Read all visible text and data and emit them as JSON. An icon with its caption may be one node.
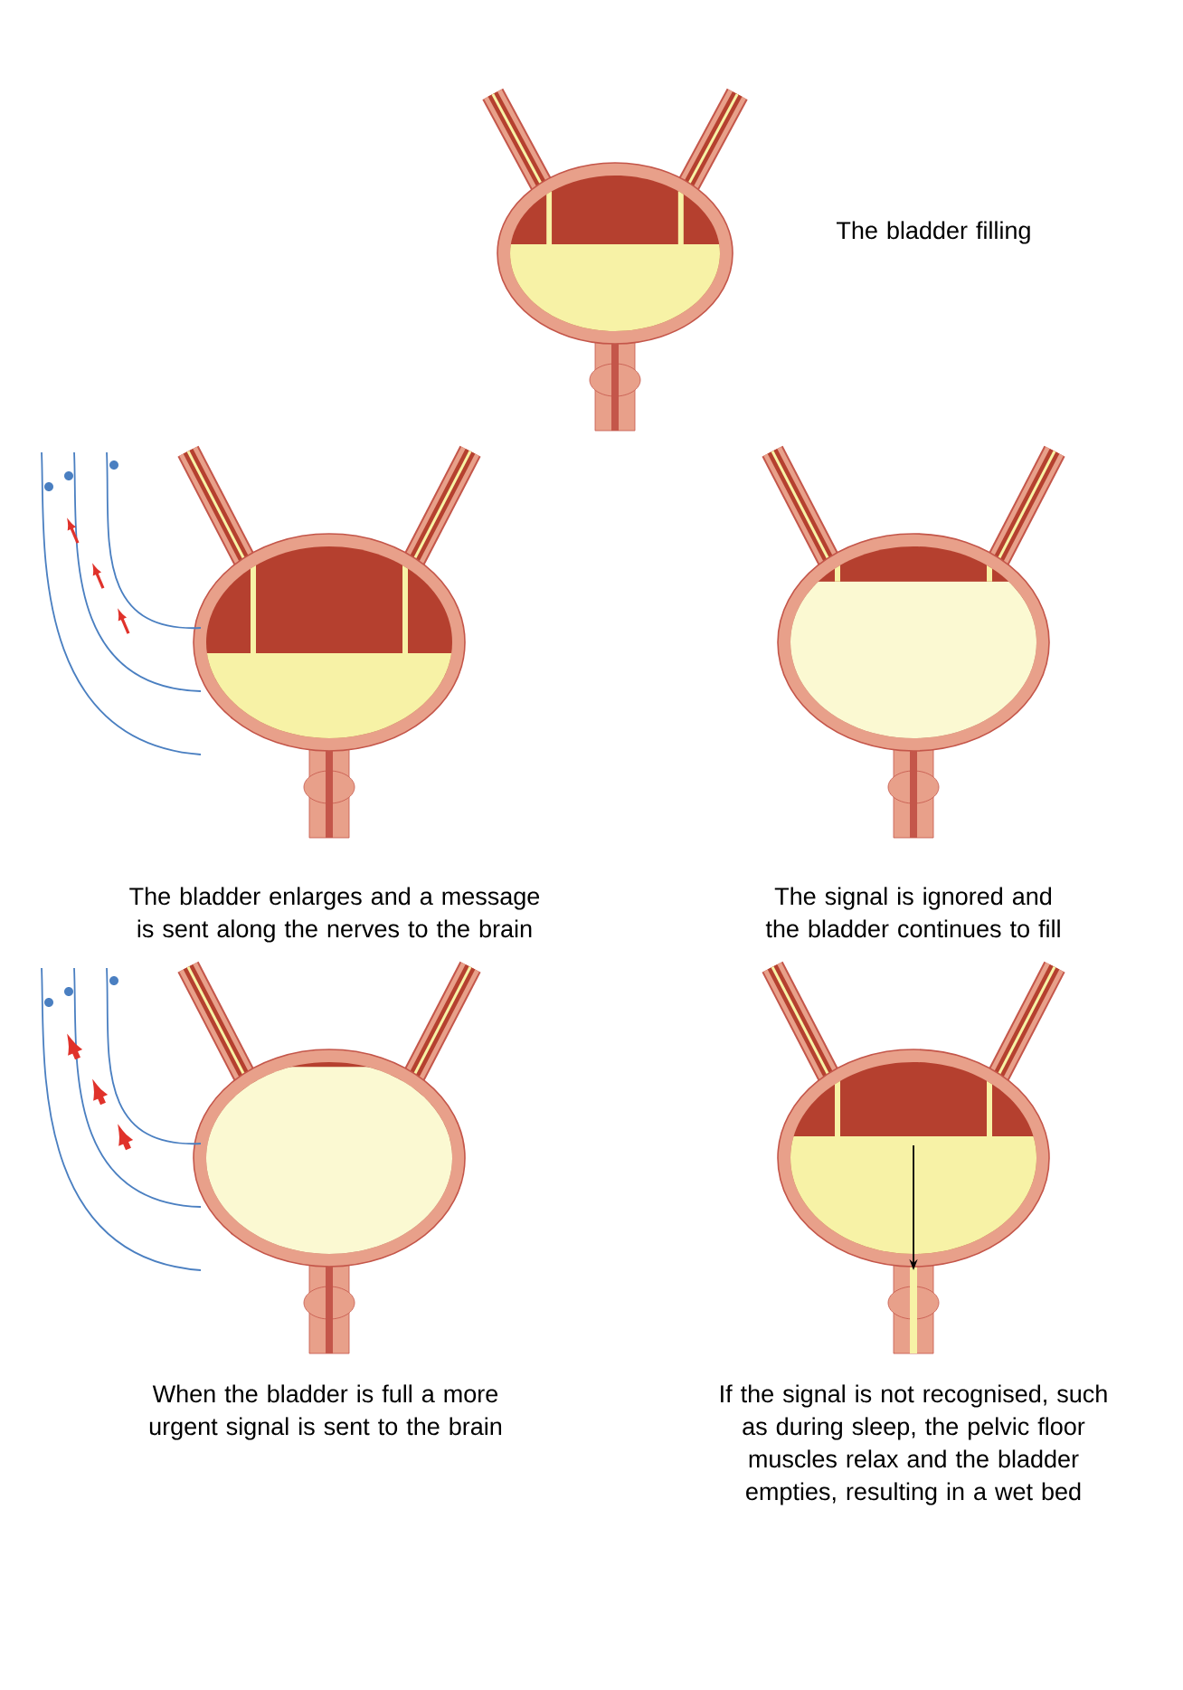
{
  "diagram": {
    "labels": [
      "The bladder filling",
      "The bladder enlarges and a message is sent along the nerves to the brain",
      "The signal is ignored and the bladder continues to fill",
      "When the bladder is full a more urgent signal is sent to the brain",
      "If the signal is not recognised, such as during sleep, the pelvic floor muscles relax and the bladder empties, resulting in a wet bed"
    ]
  }
}
